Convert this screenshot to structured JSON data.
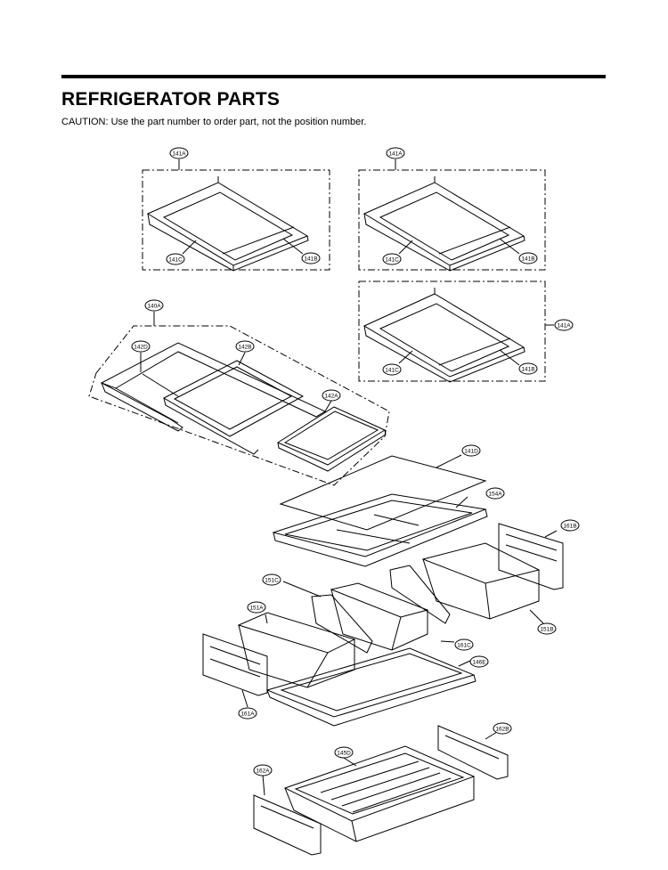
{
  "header": {
    "title": "REFRIGERATOR PARTS",
    "caution": "CAUTION: Use the part number to order part, not the position number."
  },
  "labels": {
    "l141A_1": "141A",
    "l141C_1": "141C",
    "l141B_1": "141B",
    "l141A_2": "141A",
    "l141C_2": "141C",
    "l141B_2": "141B",
    "l141A_3": "141A",
    "l141C_3": "141C",
    "l141B_3": "141B",
    "l140A": "140A",
    "l142D": "142D",
    "l142B": "142B",
    "l142A": "142A",
    "l141D": "141D",
    "l154A": "154A",
    "l161B": "161B",
    "l151C": "151C",
    "l151A": "151A",
    "l151B": "151B",
    "l161C": "161C",
    "l146E": "146E",
    "l161A": "161A",
    "l162B": "162B",
    "l145D": "145D",
    "l162A": "162A"
  }
}
